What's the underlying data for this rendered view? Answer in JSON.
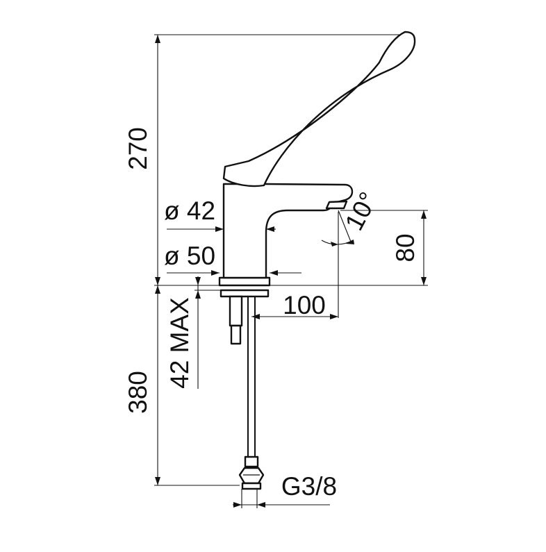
{
  "dimensions": {
    "total_height": "270",
    "under_deck_length": "380",
    "spout_height": "80",
    "spout_reach": "100",
    "deck_thickness_max": "42 MAX",
    "body_diameter": "ø 42",
    "base_diameter": "ø 50",
    "spout_angle": "10°",
    "hose_thread": "G3/8"
  }
}
